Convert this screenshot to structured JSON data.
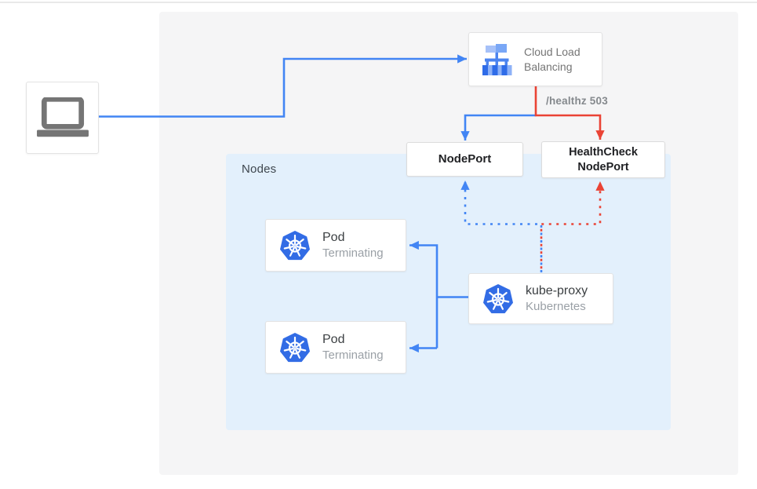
{
  "diagram": {
    "nodes_panel_label": "Nodes",
    "cloud_lb": {
      "title": "Cloud Load Balancing"
    },
    "nodeport": {
      "label": "NodePort"
    },
    "healthcheck_nodeport": {
      "label": "HealthCheck NodePort"
    },
    "pods": [
      {
        "title": "Pod",
        "status": "Terminating"
      },
      {
        "title": "Pod",
        "status": "Terminating"
      }
    ],
    "kube_proxy": {
      "title": "kube-proxy",
      "subtitle": "Kubernetes"
    },
    "edge_labels": {
      "healthz": "/healthz 503"
    },
    "colors": {
      "blue": "#4285f4",
      "red": "#ea4335",
      "nodes_panel_bg": "#e3f0fc",
      "canvas_bg": "#f5f5f6",
      "kubernetes_blue": "#326ce5",
      "gray_text": "#757575",
      "dark_text": "#202124"
    }
  }
}
